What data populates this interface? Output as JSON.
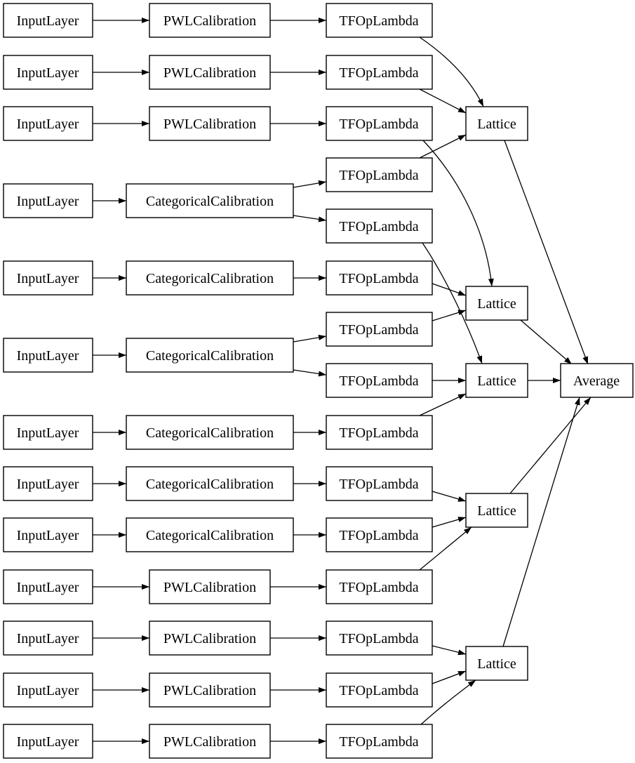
{
  "diagram": {
    "colors": {
      "background": "#ffffff",
      "node_fill": "#ffffff",
      "node_border": "#000000",
      "text": "#000000",
      "edge": "#000000"
    },
    "nodes": {
      "inputs": [
        "InputLayer",
        "InputLayer",
        "InputLayer",
        "InputLayer",
        "InputLayer",
        "InputLayer",
        "InputLayer",
        "InputLayer",
        "InputLayer",
        "InputLayer",
        "InputLayer",
        "InputLayer",
        "InputLayer"
      ],
      "calibrations": [
        "PWLCalibration",
        "PWLCalibration",
        "PWLCalibration",
        "CategoricalCalibration",
        "CategoricalCalibration",
        "CategoricalCalibration",
        "CategoricalCalibration",
        "CategoricalCalibration",
        "CategoricalCalibration",
        "PWLCalibration",
        "PWLCalibration",
        "PWLCalibration",
        "PWLCalibration"
      ],
      "lambdas": [
        "TFOpLambda",
        "TFOpLambda",
        "TFOpLambda",
        "TFOpLambda",
        "TFOpLambda",
        "TFOpLambda",
        "TFOpLambda",
        "TFOpLambda",
        "TFOpLambda",
        "TFOpLambda",
        "TFOpLambda",
        "TFOpLambda",
        "TFOpLambda",
        "TFOpLambda",
        "TFOpLambda"
      ],
      "lattices": [
        "Lattice",
        "Lattice",
        "Lattice",
        "Lattice",
        "Lattice"
      ],
      "average": "Average"
    },
    "edges": [
      {
        "from": "input_1",
        "to": "calibration_1"
      },
      {
        "from": "input_2",
        "to": "calibration_2"
      },
      {
        "from": "input_3",
        "to": "calibration_3"
      },
      {
        "from": "input_4",
        "to": "calibration_4"
      },
      {
        "from": "input_5",
        "to": "calibration_5"
      },
      {
        "from": "input_6",
        "to": "calibration_6"
      },
      {
        "from": "input_7",
        "to": "calibration_7"
      },
      {
        "from": "input_8",
        "to": "calibration_8"
      },
      {
        "from": "input_9",
        "to": "calibration_9"
      },
      {
        "from": "input_10",
        "to": "calibration_10"
      },
      {
        "from": "input_11",
        "to": "calibration_11"
      },
      {
        "from": "input_12",
        "to": "calibration_12"
      },
      {
        "from": "input_13",
        "to": "calibration_13"
      },
      {
        "from": "calibration_1",
        "to": "lambda_1"
      },
      {
        "from": "calibration_2",
        "to": "lambda_2"
      },
      {
        "from": "calibration_3",
        "to": "lambda_3"
      },
      {
        "from": "calibration_4",
        "to": "lambda_4"
      },
      {
        "from": "calibration_4",
        "to": "lambda_5"
      },
      {
        "from": "calibration_5",
        "to": "lambda_6"
      },
      {
        "from": "calibration_6",
        "to": "lambda_7"
      },
      {
        "from": "calibration_6",
        "to": "lambda_8"
      },
      {
        "from": "calibration_7",
        "to": "lambda_9"
      },
      {
        "from": "calibration_8",
        "to": "lambda_10"
      },
      {
        "from": "calibration_9",
        "to": "lambda_11"
      },
      {
        "from": "calibration_10",
        "to": "lambda_12"
      },
      {
        "from": "calibration_11",
        "to": "lambda_13"
      },
      {
        "from": "calibration_12",
        "to": "lambda_14"
      },
      {
        "from": "calibration_13",
        "to": "lambda_15"
      },
      {
        "from": "lambda_1",
        "to": "lattice_1"
      },
      {
        "from": "lambda_2",
        "to": "lattice_1"
      },
      {
        "from": "lambda_4",
        "to": "lattice_1"
      },
      {
        "from": "lambda_3",
        "to": "lattice_2"
      },
      {
        "from": "lambda_6",
        "to": "lattice_2"
      },
      {
        "from": "lambda_7",
        "to": "lattice_2"
      },
      {
        "from": "lambda_5",
        "to": "lattice_3"
      },
      {
        "from": "lambda_8",
        "to": "lattice_3"
      },
      {
        "from": "lambda_9",
        "to": "lattice_3"
      },
      {
        "from": "lambda_10",
        "to": "lattice_4"
      },
      {
        "from": "lambda_11",
        "to": "lattice_4"
      },
      {
        "from": "lambda_12",
        "to": "lattice_4"
      },
      {
        "from": "lambda_13",
        "to": "lattice_5"
      },
      {
        "from": "lambda_14",
        "to": "lattice_5"
      },
      {
        "from": "lambda_15",
        "to": "lattice_5"
      },
      {
        "from": "lattice_1",
        "to": "average"
      },
      {
        "from": "lattice_2",
        "to": "average"
      },
      {
        "from": "lattice_3",
        "to": "average"
      },
      {
        "from": "lattice_4",
        "to": "average"
      },
      {
        "from": "lattice_5",
        "to": "average"
      }
    ]
  }
}
